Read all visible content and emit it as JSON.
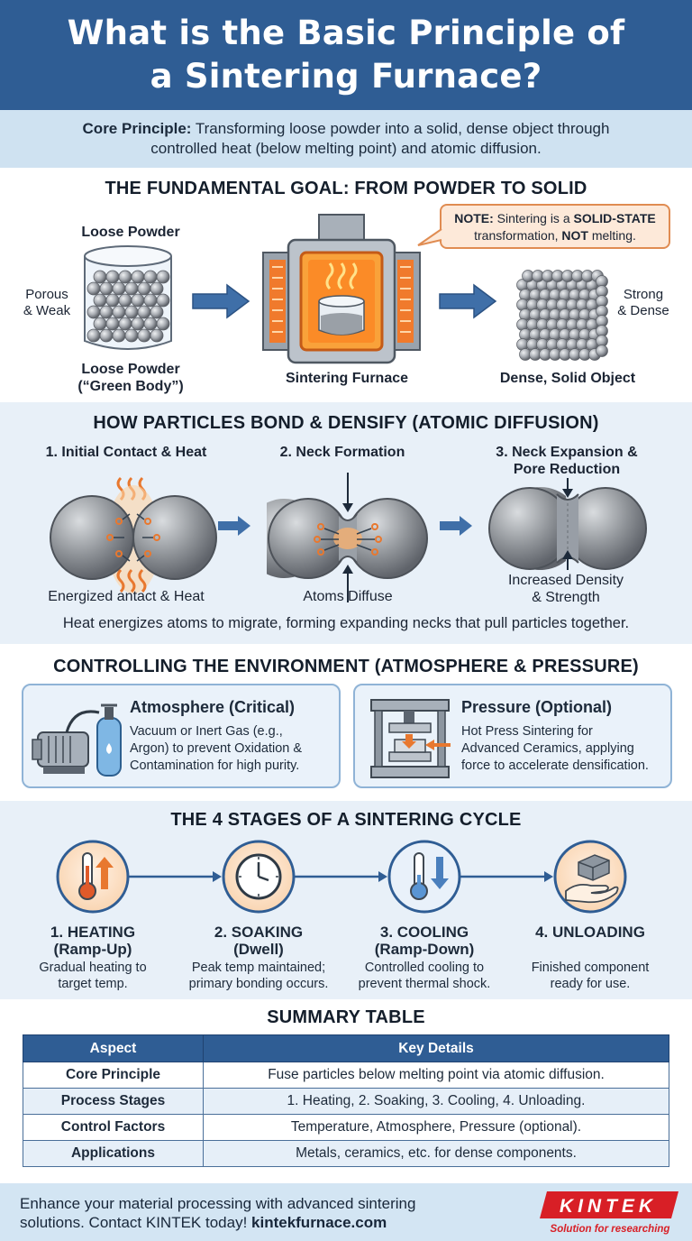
{
  "title": {
    "line1": "What is the Basic Principle of",
    "line2": "a Sintering Furnace?"
  },
  "core_principle": {
    "label": "Core Principle:",
    "text_line1": "Transforming loose powder into a solid, dense object through",
    "text_line2": "controlled heat (below melting point) and atomic diffusion."
  },
  "goal": {
    "heading": "THE FUNDAMENTAL GOAL: FROM POWDER TO SOLID",
    "loose_powder_top": "Loose Powder",
    "porous_label_1": "Porous",
    "porous_label_2": "& Weak",
    "loose_powder_bottom_1": "Loose Powder",
    "loose_powder_bottom_2": "(“Green Body”)",
    "furnace_label": "Sintering Furnace",
    "dense_label": "Dense, Solid Object",
    "strong_label_1": "Strong",
    "strong_label_2": "& Dense",
    "note_prefix": "NOTE:",
    "note_text_1": " Sintering is a ",
    "note_bold_1": "SOLID-STATE",
    "note_text_2": "transformation, ",
    "note_bold_2": "NOT",
    "note_text_3": " melting."
  },
  "diffusion": {
    "heading": "HOW PARTICLES BOND & DENSIFY (ATOMIC DIFFUSION)",
    "step1_title": "1. Initial Contact & Heat",
    "step2_title": "2. Neck Formation",
    "step3_title_1": "3. Neck Expansion &",
    "step3_title_2": "Pore Reduction",
    "step1_caption": "Energized antact & Heat",
    "step2_caption": "Atoms Diffuse",
    "step3_caption_1": "Increased Density",
    "step3_caption_2": "& Strength",
    "summary": "Heat energizes atoms to migrate, forming expanding necks that pull particles together."
  },
  "environment": {
    "heading": "CONTROLLING THE ENVIRONMENT (ATMOSPHERE & PRESSURE)",
    "atmosphere_title": "Atmosphere (Critical)",
    "atmosphere_line1": "Vacuum or Inert Gas (e.g.,",
    "atmosphere_line2": "Argon) to prevent Oxidation &",
    "atmosphere_line3": "Contamination for high purity.",
    "pressure_title": "Pressure (Optional)",
    "pressure_line1": "Hot Press Sintering for",
    "pressure_line2": "Advanced Ceramics, applying",
    "pressure_line3": "force to accelerate densification."
  },
  "stages": {
    "heading": "THE 4 STAGES OF A SINTERING CYCLE",
    "items": [
      {
        "name_1": "1. HEATING",
        "name_2": "(Ramp-Up)",
        "desc_1": "Gradual heating to",
        "desc_2": "target temp.",
        "icon": "thermometer-up-icon"
      },
      {
        "name_1": "2. SOAKING",
        "name_2": "(Dwell)",
        "desc_1": "Peak temp maintained;",
        "desc_2": "primary bonding occurs.",
        "icon": "clock-icon"
      },
      {
        "name_1": "3. COOLING",
        "name_2": "(Ramp-Down)",
        "desc_1": "Controlled cooling to",
        "desc_2": "prevent thermal shock.",
        "icon": "thermometer-down-icon"
      },
      {
        "name_1": "4. UNLOADING",
        "name_2": "",
        "desc_1": "Finished component",
        "desc_2": "ready for use.",
        "icon": "hand-block-icon"
      }
    ]
  },
  "summary_table": {
    "heading": "SUMMARY TABLE",
    "col1": "Aspect",
    "col2": "Key Details",
    "rows": [
      {
        "aspect": "Core Principle",
        "details": "Fuse particles below melting point via atomic diffusion."
      },
      {
        "aspect": "Process Stages",
        "details": "1. Heating, 2. Soaking, 3. Cooling, 4. Unloading."
      },
      {
        "aspect": "Control Factors",
        "details": "Temperature, Atmosphere, Pressure (optional)."
      },
      {
        "aspect": "Applications",
        "details": "Metals, ceramics, etc. for dense components."
      }
    ]
  },
  "footer": {
    "line1": "Enhance your material processing with advanced sintering",
    "line2_text": "solutions. Contact KINTEK today! ",
    "line2_link": "kintekfurnace.com",
    "logo_text": "KINTEK",
    "logo_tagline": "Solution for researching"
  },
  "colors": {
    "primary_blue": "#2f5d94",
    "light_blue": "#cfe2f1",
    "accent_orange": "#e8782f",
    "particle_gray": "#8e9297"
  }
}
